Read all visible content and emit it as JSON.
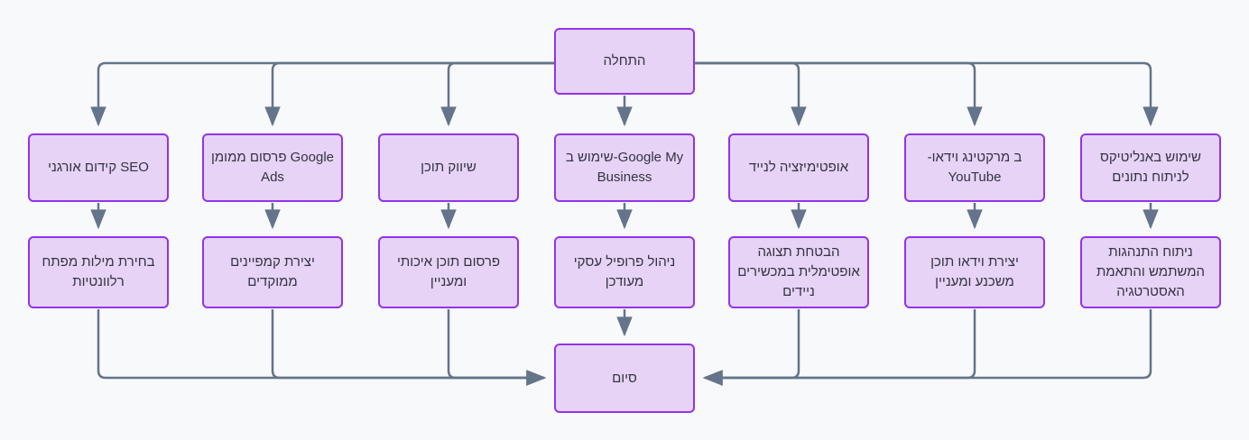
{
  "diagram": {
    "type": "flowchart",
    "colors": {
      "background": "#f8f9fb",
      "node_fill": "#e7d3f5",
      "node_border": "#9333ea",
      "node_text": "#333344",
      "edge": "#64748b"
    },
    "nodes": {
      "start": {
        "lines": [
          "התחלה"
        ]
      },
      "seo": {
        "lines": [
          "קידום אורגני SEO"
        ]
      },
      "ads": {
        "lines": [
          "פרסום ממומן Google",
          "Ads"
        ]
      },
      "content": {
        "lines": [
          "שיווק תוכן"
        ]
      },
      "gmb": {
        "lines": [
          "שימוש ב-Google My",
          "Business"
        ]
      },
      "mobile": {
        "lines": [
          "אופטימיזציה לנייד"
        ]
      },
      "youtube": {
        "lines": [
          "-ב מרקטינג וידאו",
          "YouTube"
        ]
      },
      "analytics": {
        "lines": [
          "שימוש באנליטיקס",
          "לניתוח נתונים"
        ]
      },
      "keywords": {
        "lines": [
          "בחירת מילות מפתח",
          "רלוונטיות"
        ]
      },
      "campaigns": {
        "lines": [
          "יצירת קמפיינים",
          "ממוקדים"
        ]
      },
      "quality": {
        "lines": [
          "פרסום תוכן איכותי",
          "ומעניין"
        ]
      },
      "profile": {
        "lines": [
          "ניהול פרופיל עסקי",
          "מעודכן"
        ]
      },
      "display": {
        "lines": [
          "הבטחת תצוגה",
          "אופטימלית במכשירים",
          "ניידים"
        ]
      },
      "video": {
        "lines": [
          "יצירת וידאו תוכן",
          "משכנע ומעניין"
        ]
      },
      "behavior": {
        "lines": [
          "ניתוח התנהגות",
          "המשתמש והתאמת",
          "האסטרטגיה"
        ]
      },
      "end": {
        "lines": [
          "סיום"
        ]
      }
    },
    "edges": [
      {
        "from": "start",
        "to": "seo"
      },
      {
        "from": "start",
        "to": "ads"
      },
      {
        "from": "start",
        "to": "content"
      },
      {
        "from": "start",
        "to": "gmb"
      },
      {
        "from": "start",
        "to": "mobile"
      },
      {
        "from": "start",
        "to": "youtube"
      },
      {
        "from": "start",
        "to": "analytics"
      },
      {
        "from": "seo",
        "to": "keywords"
      },
      {
        "from": "ads",
        "to": "campaigns"
      },
      {
        "from": "content",
        "to": "quality"
      },
      {
        "from": "gmb",
        "to": "profile"
      },
      {
        "from": "mobile",
        "to": "display"
      },
      {
        "from": "youtube",
        "to": "video"
      },
      {
        "from": "analytics",
        "to": "behavior"
      },
      {
        "from": "keywords",
        "to": "end"
      },
      {
        "from": "campaigns",
        "to": "end"
      },
      {
        "from": "quality",
        "to": "end"
      },
      {
        "from": "profile",
        "to": "end"
      },
      {
        "from": "display",
        "to": "end"
      },
      {
        "from": "video",
        "to": "end"
      },
      {
        "from": "behavior",
        "to": "end"
      }
    ]
  }
}
